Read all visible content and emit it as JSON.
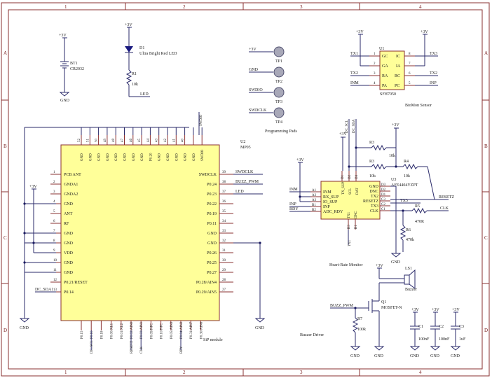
{
  "frame": {
    "columns": [
      "1",
      "2",
      "3",
      "4"
    ],
    "rows": [
      "A",
      "B",
      "C",
      "D"
    ]
  },
  "battery": {
    "ref": "BT1",
    "value": "CR2032",
    "supply": "+3V",
    "gnd": "GND"
  },
  "led": {
    "ref": "D1",
    "value": "Ultra Bright Red LED",
    "supply": "+3V",
    "resistor_ref": "R1",
    "resistor_value": "10k",
    "net": "LED"
  },
  "prog": {
    "title": "Programming Pads",
    "pads": [
      {
        "net": "+3V",
        "ref": "TP1"
      },
      {
        "net": "GND",
        "ref": "TP2"
      },
      {
        "net": "SWDIO",
        "ref": "TP3"
      },
      {
        "net": "SWDCLK",
        "ref": "TP4"
      }
    ]
  },
  "biomon": {
    "ref": "U1",
    "part": "SFH7050",
    "caption": "BioMon Sensor",
    "supply_left": "+3V",
    "supply_right": "+3V",
    "left_nets": [
      "TX1",
      "",
      "TX2",
      "INM"
    ],
    "right_nets": [
      "TX3",
      "",
      "TX2",
      "INP"
    ],
    "left_pins": [
      "GC",
      "GA",
      "RA",
      "PA"
    ],
    "right_pins": [
      "IC",
      "IA",
      "RC",
      "PC"
    ],
    "left_nums": [
      "1",
      "2",
      "3",
      "4"
    ],
    "right_nums": [
      "8",
      "7",
      "6",
      "5"
    ]
  },
  "mcu": {
    "ref": "U2",
    "part": "MP05",
    "caption": "SiP module",
    "top_pins": [
      "GND",
      "GND",
      "GND",
      "GND",
      "GND",
      "GND",
      "GND",
      "GND",
      "P0.20",
      "GND",
      "GND",
      "GND",
      "GND",
      "GND",
      "SWDIO"
    ],
    "top_nums": [
      "52",
      "51",
      "50",
      "49",
      "48",
      "47",
      "46",
      "45",
      "44",
      "43",
      "42",
      "41",
      "40",
      "",
      ""
    ],
    "top_net": "SWDIO",
    "left_pins": [
      "PCB ANT",
      "GNDA1",
      "GNDA2",
      "GND",
      "ANT",
      "RF",
      "GND",
      "GND",
      "VDD",
      "GND",
      "GND",
      "P0.21/RESET",
      "P0.14"
    ],
    "left_nums": [
      "1",
      "2",
      "3",
      "4",
      "5",
      "6",
      "7",
      "8",
      "9",
      "10",
      "11",
      "12",
      "13"
    ],
    "left_nets": [
      "",
      "",
      "",
      "",
      "",
      "",
      "",
      "",
      "+3V",
      "",
      "",
      "",
      "DC_SDA1"
    ],
    "right_pins": [
      "SWDCLK",
      "P0.24",
      "P0.23",
      "P0.22",
      "P0.19",
      "P0.11",
      "GND",
      "GND",
      "P0.26",
      "P0.25",
      "P0.27",
      "P0.28/AIN4",
      "P0.29/AIN5"
    ],
    "right_nums": [
      "39",
      "38",
      "37",
      "36",
      "35",
      "34",
      "33",
      "32",
      "31",
      "30",
      "29",
      "28",
      "27"
    ],
    "right_nets": [
      "SWDCLK",
      "BUZZ_PWM",
      "LED",
      "",
      "",
      "",
      "",
      "",
      "",
      "",
      "",
      "",
      ""
    ],
    "bottom_pins": [
      "P0.15",
      "P0.16",
      "P0.18",
      "P0.00/XL1",
      "P0.01/XL2",
      "P0.02/AIN0",
      "P0.03/AIN1",
      "P0.09/NFC",
      "P0.10/NFC",
      "P0.05/AIN3",
      "P0.04/AIN2",
      "P0.31/AIN7",
      "P0.30/AIN6"
    ],
    "bottom_nets": [
      "",
      "DC_SCL",
      "",
      "",
      "",
      "RESETZ",
      "CLK",
      "",
      "",
      "",
      "RDY",
      "",
      ""
    ],
    "supply": "+3V",
    "gnd": "GND"
  },
  "afe": {
    "ref": "U3",
    "part": "AFE4404YZPT",
    "caption": "Heart-Rate Monitor",
    "supply": "+3V",
    "left_pins": [
      "INM",
      "RX_SUP",
      "IO_SUP",
      "INP",
      "ADC_RDY"
    ],
    "left_nums": [
      "A1",
      "A2",
      "A3",
      "B1",
      "B2"
    ],
    "left_nets": [
      "INM",
      "",
      "",
      "INP",
      "RDY"
    ],
    "right_pins": [
      "GND",
      "DNC",
      "TX2",
      "RESETZ",
      "TX3",
      "CLK"
    ],
    "right_nums": [
      "D3",
      "D2",
      "D1",
      "C3",
      "C2",
      "C1"
    ],
    "top_pins": [
      "TX_SUP",
      "SCL",
      "DAT"
    ],
    "top_nums": [
      "D1",
      "D2",
      "D3"
    ],
    "bottom_pins": [
      "TX1",
      "DNC"
    ],
    "bottom_nums": [
      "B3",
      "B1"
    ],
    "nets_right": {
      "tx3": "TX3",
      "resetz": "RESETZ",
      "clk": "CLK"
    },
    "nets_top": [
      "DC_SCL",
      "DC_SDA"
    ],
    "net_bottom": "TX1",
    "resistors": [
      {
        "ref": "R3",
        "value": "10k"
      },
      {
        "ref": "R3",
        "value": "10k"
      },
      {
        "ref": "R4",
        "value": "10k"
      },
      {
        "ref": "R5",
        "value": "470R"
      },
      {
        "ref": "R6",
        "value": "470k"
      }
    ],
    "gnd": "GND"
  },
  "buzzer": {
    "caption": "Buzzer Driver",
    "ls_ref": "LS1",
    "ls_value": "Buzzer",
    "q_ref": "Q1",
    "q_value": "MOSFET-N",
    "r_ref": "R7",
    "r_value": "100k",
    "net": "BUZZ_PWM",
    "supply": "+3V",
    "gnd": "GND"
  },
  "caps": [
    {
      "ref": "C1",
      "value": "100nF",
      "supply": "+3V",
      "gnd": "GND"
    },
    {
      "ref": "C2",
      "value": "100nF",
      "supply": "+3V",
      "gnd": "GND"
    },
    {
      "ref": "C3",
      "value": "1uF",
      "supply": "+3V",
      "gnd": "GND"
    }
  ]
}
